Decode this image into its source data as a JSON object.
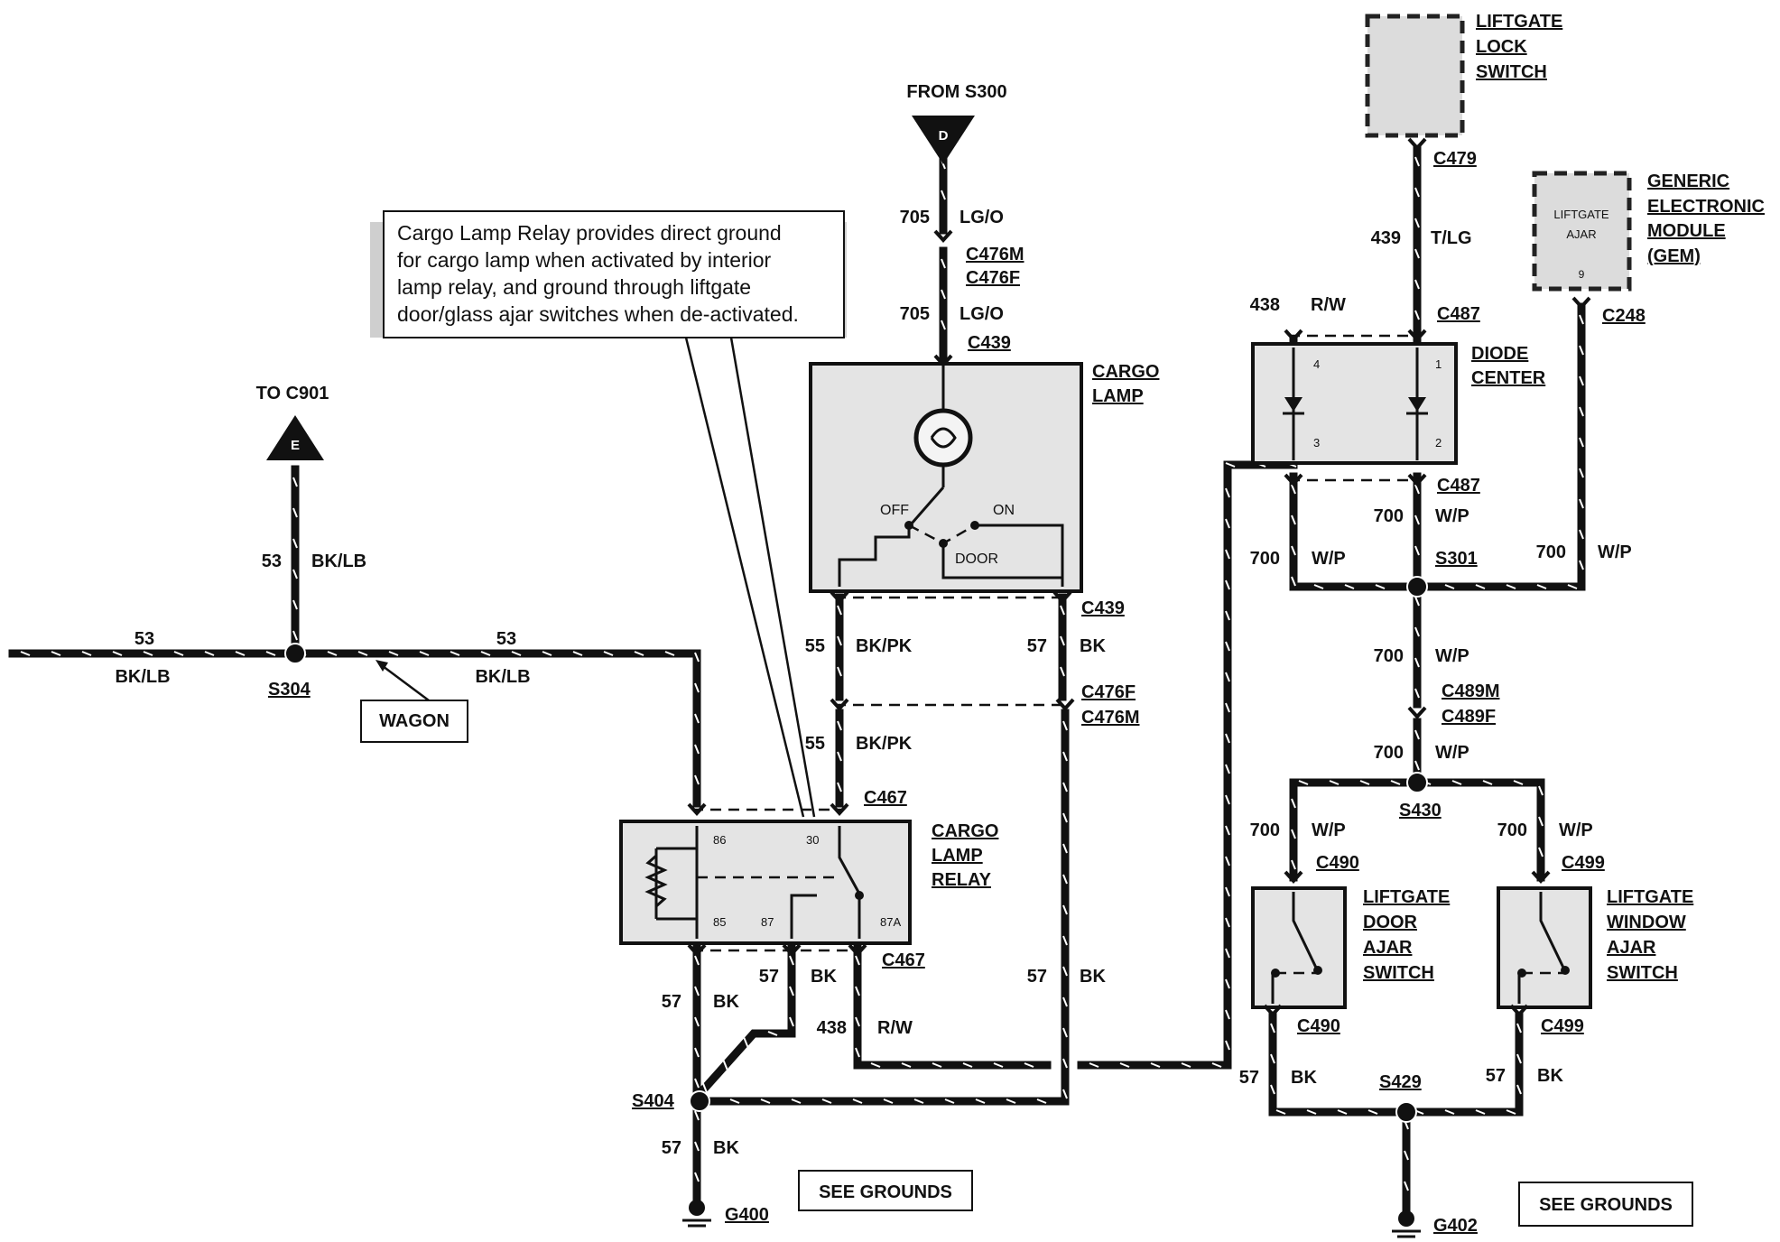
{
  "colors": {
    "ink": "#111111",
    "component_fill": "#e4e4e4",
    "paper": "#ffffff"
  },
  "sources": {
    "from_s300": "FROM S300",
    "from_letter": "D",
    "to_c901": "TO C901",
    "to_letter": "E"
  },
  "note": {
    "lines": [
      "Cargo Lamp Relay provides direct ground",
      "for cargo lamp when activated by interior",
      "lamp relay, and ground through liftgate",
      "door/glass ajar switches when de-activated."
    ]
  },
  "components": {
    "cargo_lamp": {
      "line1": "CARGO",
      "line2": "LAMP",
      "off": "OFF",
      "on": "ON",
      "door": "DOOR"
    },
    "cargo_lamp_relay": {
      "line1": "CARGO",
      "line2": "LAMP",
      "line3": "RELAY",
      "pins": [
        "86",
        "30",
        "85",
        "87",
        "87A"
      ]
    },
    "liftgate_lock_switch": {
      "line1": "LIFTGATE",
      "line2": "LOCK",
      "line3": "SWITCH"
    },
    "gem": {
      "line1": "GENERIC",
      "line2": "ELECTRONIC",
      "line3": "MODULE",
      "line4": "(GEM)",
      "inner1": "LIFTGATE",
      "inner2": "AJAR",
      "pin": "9"
    },
    "diode_center": {
      "line1": "DIODE",
      "line2": "CENTER",
      "pins": [
        "4",
        "1",
        "3",
        "2"
      ]
    },
    "liftgate_door_ajar_switch": {
      "line1": "LIFTGATE",
      "line2": "DOOR",
      "line3": "AJAR",
      "line4": "SWITCH"
    },
    "liftgate_window_ajar_switch": {
      "line1": "LIFTGATE",
      "line2": "WINDOW",
      "line3": "AJAR",
      "line4": "SWITCH"
    }
  },
  "connectors": {
    "c476m_top": "C476M",
    "c476f_top": "C476F",
    "c439_top": "C439",
    "c439_bot": "C439",
    "c476f_mid": "C476F",
    "c476m_mid": "C476M",
    "c467_top": "C467",
    "c467_bot": "C467",
    "c479": "C479",
    "c487_top": "C487",
    "c487_bot": "C487",
    "c248": "C248",
    "c489m": "C489M",
    "c489f": "C489F",
    "c490_top": "C490",
    "c490_bot": "C490",
    "c499_top": "C499",
    "c499_bot": "C499"
  },
  "splices": {
    "s304": "S304",
    "s404": "S404",
    "s301": "S301",
    "s430": "S430",
    "s429": "S429"
  },
  "grounds": {
    "g400": "G400",
    "g402": "G402",
    "see_grounds_1": "SEE GROUNDS",
    "see_grounds_2": "SEE GROUNDS"
  },
  "callouts": {
    "wagon": "WAGON"
  },
  "wires": {
    "w705a": {
      "circuit": "705",
      "color": "LG/O"
    },
    "w705b": {
      "circuit": "705",
      "color": "LG/O"
    },
    "w53_up": {
      "circuit": "53",
      "color": "BK/LB"
    },
    "w53_left": {
      "circuit": "53",
      "color": "BK/LB"
    },
    "w53_right": {
      "circuit": "53",
      "color": "BK/LB"
    },
    "w55a": {
      "circuit": "55",
      "color": "BK/PK"
    },
    "w55b": {
      "circuit": "55",
      "color": "BK/PK"
    },
    "w57_lamp": {
      "circuit": "57",
      "color": "BK"
    },
    "w57_long": {
      "circuit": "57",
      "color": "BK"
    },
    "w57_relay_l": {
      "circuit": "57",
      "color": "BK"
    },
    "w57_relay_m": {
      "circuit": "57",
      "color": "BK"
    },
    "w57_g400": {
      "circuit": "57",
      "color": "BK"
    },
    "w438_relay": {
      "circuit": "438",
      "color": "R/W"
    },
    "w438_diode": {
      "circuit": "438",
      "color": "R/W"
    },
    "w439": {
      "circuit": "439",
      "color": "T/LG"
    },
    "w700_diode": {
      "circuit": "700",
      "color": "W/P"
    },
    "w700_left": {
      "circuit": "700",
      "color": "W/P"
    },
    "w700_gem": {
      "circuit": "700",
      "color": "W/P"
    },
    "w700_s301": {
      "circuit": "700",
      "color": "W/P"
    },
    "w700_s430": {
      "circuit": "700",
      "color": "W/P"
    },
    "w700_door": {
      "circuit": "700",
      "color": "W/P"
    },
    "w700_window": {
      "circuit": "700",
      "color": "W/P"
    },
    "w57_door": {
      "circuit": "57",
      "color": "BK"
    },
    "w57_window": {
      "circuit": "57",
      "color": "BK"
    }
  }
}
